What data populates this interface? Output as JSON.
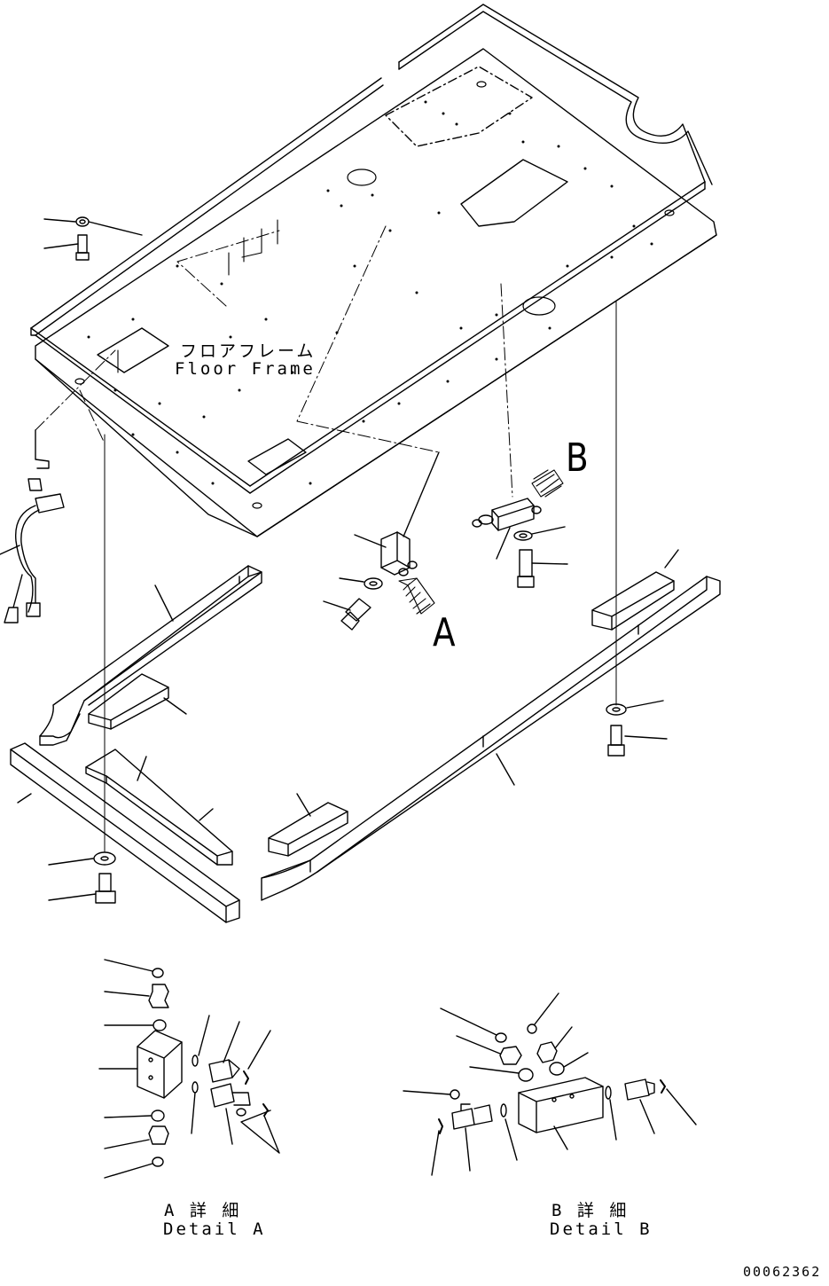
{
  "labels": {
    "floor_frame_jp": "フロアフレーム",
    "floor_frame_en": "Floor Frame",
    "view_a": "A",
    "view_b": "B",
    "detail_a_jp": "A 詳 細",
    "detail_a_en": "Detail A",
    "detail_b_jp": "B 詳 細",
    "detail_b_en": "Detail B",
    "drawing_id": "00062362"
  }
}
